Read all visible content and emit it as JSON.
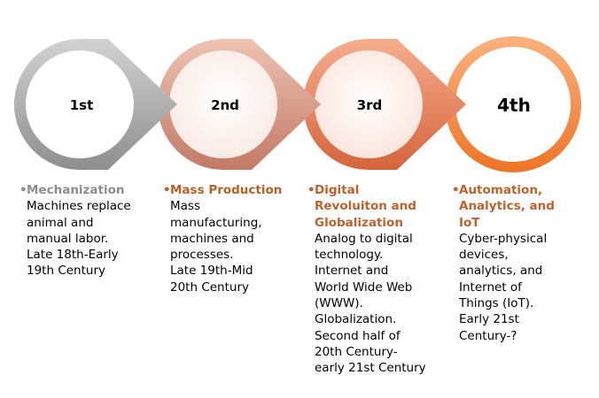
{
  "stages": [
    {
      "label": "1st",
      "title": "Mechanization",
      "description": [
        "Machines replace",
        "animal and",
        "manual labor.",
        "Late 18th-Early",
        "19th Century"
      ],
      "color": "#8c8c8c",
      "ring_light": "#c6c6c6",
      "ring_dark": "#8f8f8f",
      "fill": "#ffffff",
      "title_lines": [
        "Mechanization"
      ]
    },
    {
      "label": "2nd",
      "title": "Mass Production",
      "description": [
        "Mass",
        "manufacturing,",
        "machines and",
        "processes.",
        "Late 19th-Mid",
        "20th Century"
      ],
      "color": "#b95f26",
      "ring_light": "#e7b7a6",
      "ring_dark": "#c4806d",
      "fill": "#fdf6f3",
      "title_lines": [
        "Mass Production"
      ]
    },
    {
      "label": "3rd",
      "title": "Digital Revoluiton and Globalization",
      "description": [
        "Analog to digital",
        "technology.",
        "Internet and",
        "World Wide Web",
        "(WWW).",
        "Globalization.",
        "Second half of",
        "20th Century-",
        "early 21st Century"
      ],
      "color": "#c0602a",
      "ring_light": "#f1a07f",
      "ring_dark": "#d76e48",
      "fill": "#fdf1ec",
      "title_lines": [
        "Digital",
        "Revoluiton and",
        "Globalization"
      ]
    },
    {
      "label": "4th",
      "title": "Automation, Analytics, and IoT",
      "description": [
        "Cyber-physical",
        "devices,",
        "analytics, and",
        "Internet of",
        "Things (IoT).",
        "Early 21st",
        "Century-?"
      ],
      "color": "#c0602a",
      "ring_light": "#f8a56b",
      "ring_dark": "#ef7a2c",
      "fill": "#ffffff",
      "title_lines": [
        "Automation,",
        "Analytics, and",
        "IoT"
      ]
    }
  ]
}
